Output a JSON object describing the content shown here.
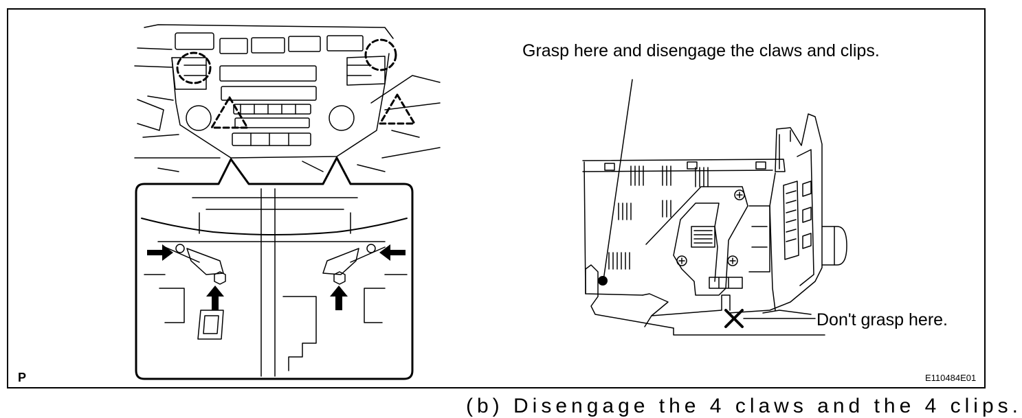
{
  "labels": {
    "grasp_here": "Grasp here and disengage the claws and clips.",
    "dont_grasp": "Don't grasp here.",
    "panel_letter": "P",
    "figure_code": "E110484E01",
    "cut_off_text": "(b)  Disengage the 4 claws and the 4 clips."
  },
  "colors": {
    "line": "#000000",
    "background": "#ffffff"
  },
  "icons": [
    "push-arrow-icon",
    "x-mark-icon",
    "grasp-point-icon",
    "hex-nut-icon",
    "screw-icon"
  ]
}
